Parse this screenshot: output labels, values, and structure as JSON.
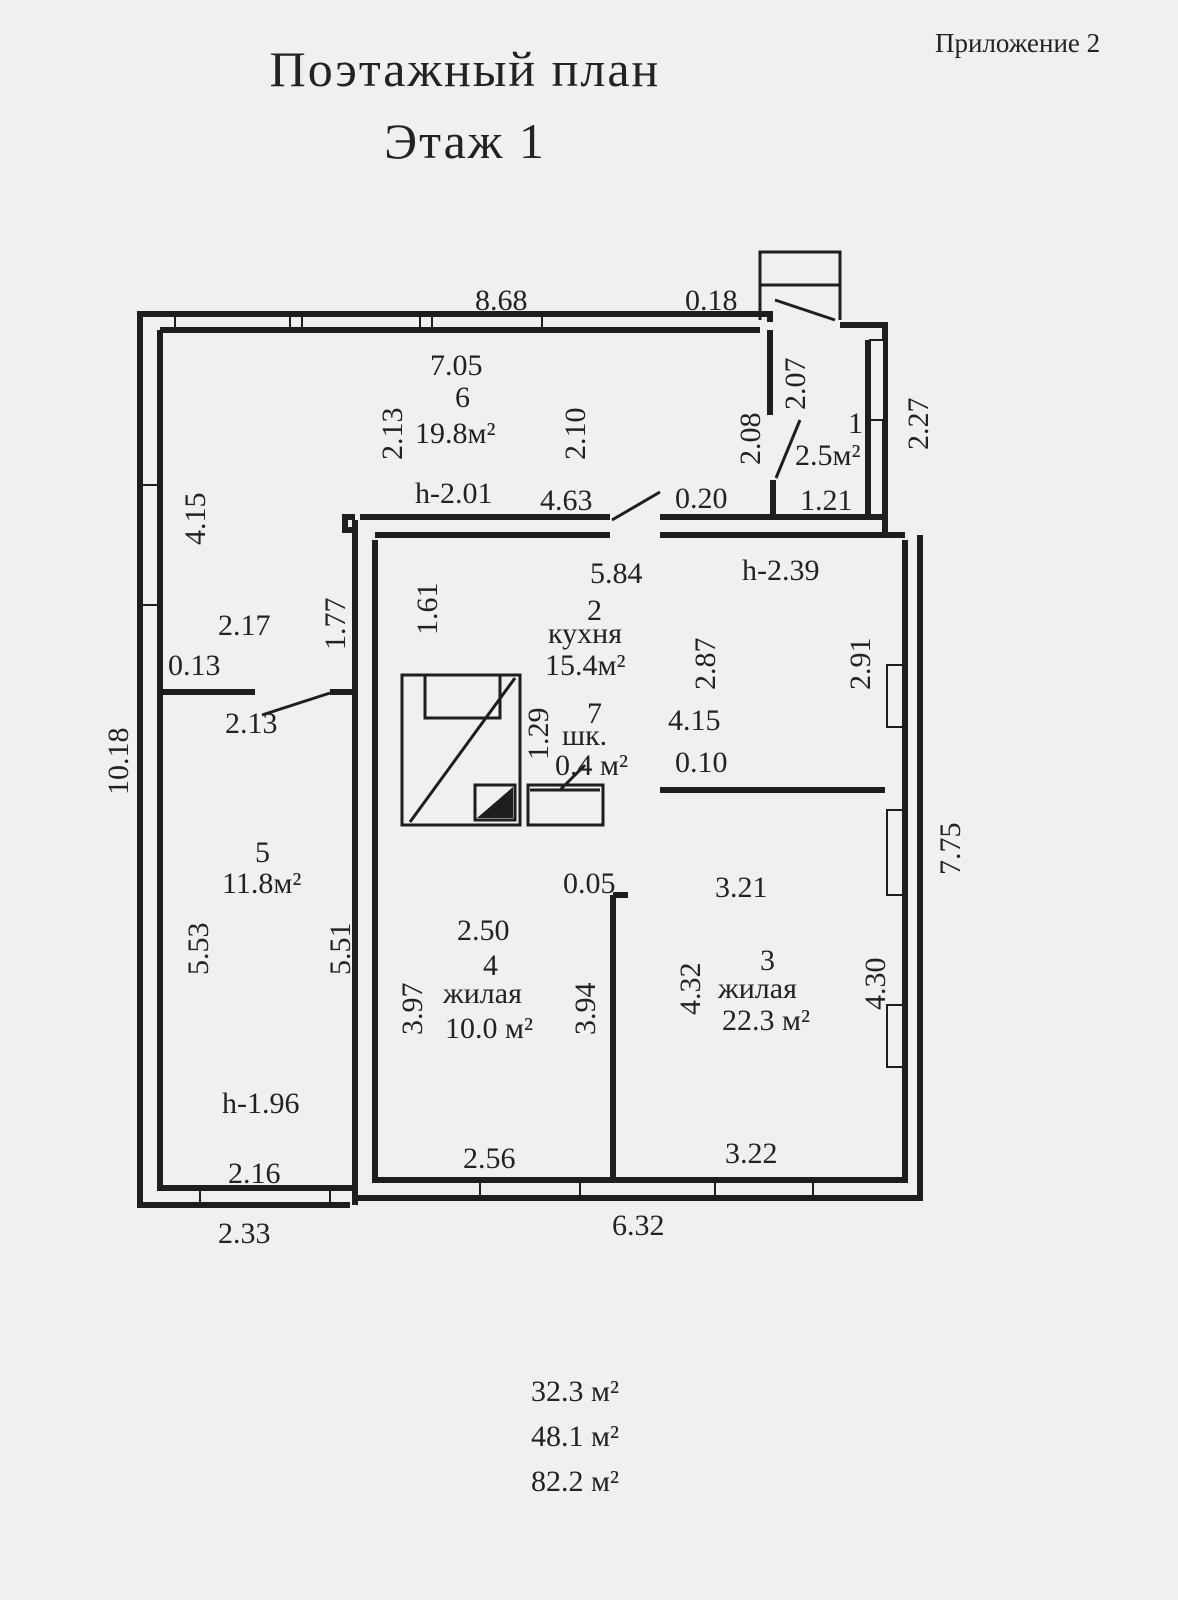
{
  "annex": "Приложение 2",
  "title": "Поэтажный план",
  "floor": "Этаж  1",
  "rooms": [
    {
      "num": "1",
      "area": "2.5м²"
    },
    {
      "num": "2",
      "name": "кухня",
      "area": "15.4м²"
    },
    {
      "num": "3",
      "name": "жилая",
      "area": "22.3 м²"
    },
    {
      "num": "4",
      "name": "жилая",
      "area": "10.0 м²"
    },
    {
      "num": "5",
      "area": "11.8м²"
    },
    {
      "num": "6",
      "area": "19.8м²"
    },
    {
      "num": "7",
      "name": "шк.",
      "area": "0.4 м²"
    }
  ],
  "heights": [
    "h-2.01",
    "h-2.39",
    "h-1.96"
  ],
  "dims": [
    "8.68",
    "0.18",
    "7.05",
    "2.13",
    "2.10",
    "2.07",
    "2.08",
    "2.27",
    "4.63",
    "0.20",
    "1.21",
    "4.15",
    "1.77",
    "5.84",
    "1.61",
    "2.17",
    "0.13",
    "2.13",
    "2.87",
    "2.91",
    "1.29",
    "4.15",
    "0.10",
    "10.18",
    "7.75",
    "0.05",
    "3.21",
    "2.50",
    "5.53",
    "5.51",
    "3.97",
    "3.94",
    "4.32",
    "4.30",
    "2.56",
    "3.22",
    "2.16",
    "2.33",
    "6.32"
  ],
  "totals": [
    "32.3 м²",
    "48.1 м²",
    "82.2 м²"
  ]
}
